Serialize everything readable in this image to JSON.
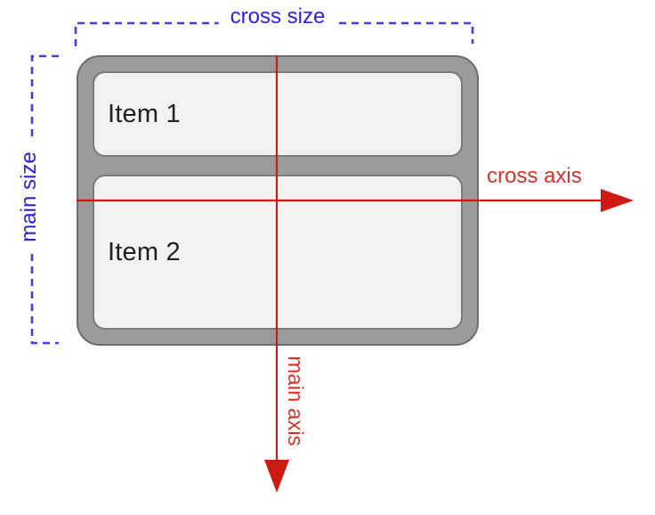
{
  "diagram": {
    "title_hint": "flexbox column: main/cross axis and sizes",
    "items": [
      {
        "label": "Item 1"
      },
      {
        "label": "Item 2"
      }
    ],
    "labels": {
      "cross_size": "cross size",
      "main_size": "main size",
      "cross_axis": "cross axis",
      "main_axis": "main axis"
    }
  },
  "colors": {
    "blue": "#2b22dc",
    "blue_dash": "#443de2",
    "red_line": "#cf1a14",
    "red_text": "#d4342c",
    "container_fill": "#9b9b9b",
    "container_border": "#6d6d6d",
    "item_fill": "#f2f2f3",
    "item_border": "#7b7b7b",
    "item_text": "#202124",
    "bg": "#ffffff"
  }
}
